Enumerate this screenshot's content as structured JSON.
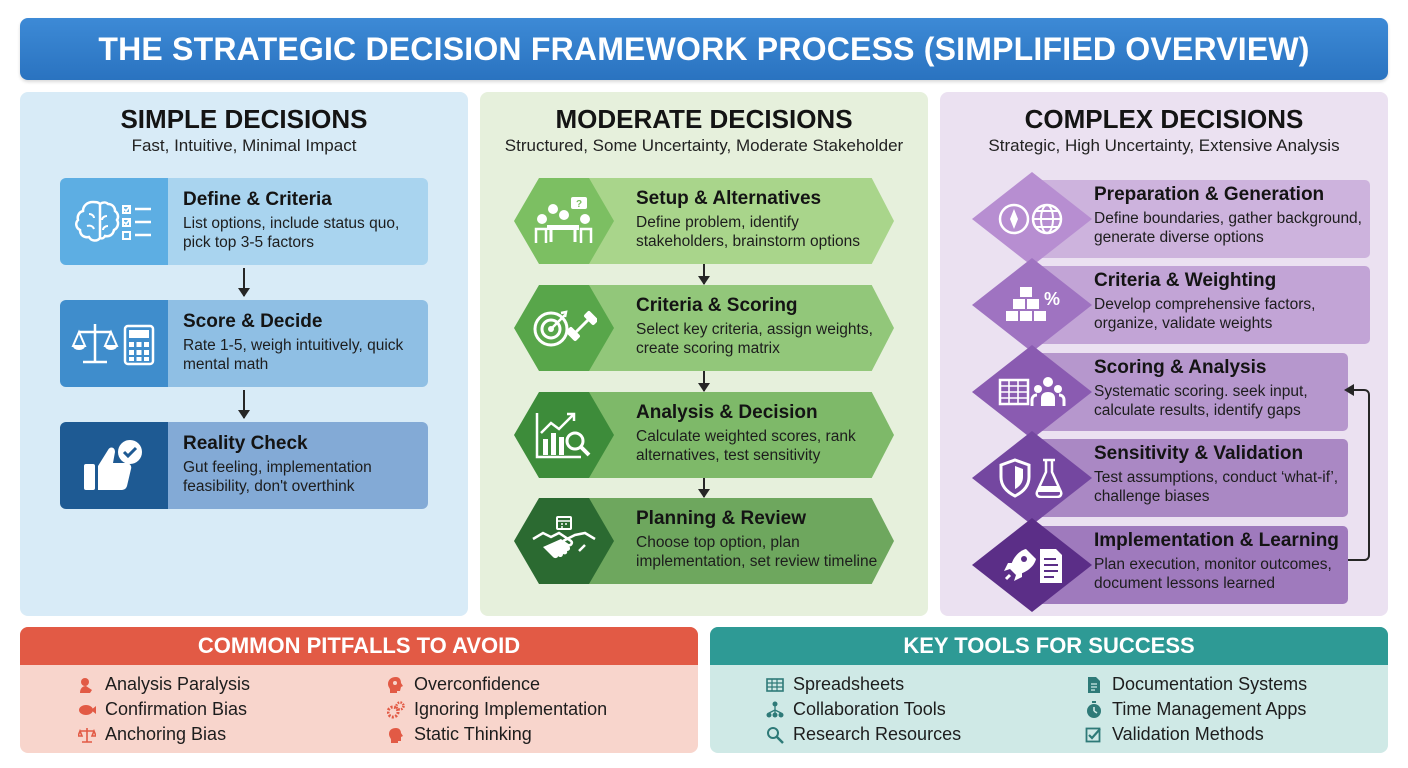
{
  "title": "THE STRATEGIC DECISION FRAMEWORK PROCESS (SIMPLIFIED OVERVIEW)",
  "panels": {
    "simple": {
      "title": "SIMPLE DECISIONS",
      "subtitle": "Fast, Intuitive, Minimal Impact",
      "steps": [
        {
          "title": "Define & Criteria",
          "desc": "List options, include status quo, pick top 3-5 factors"
        },
        {
          "title": "Score & Decide",
          "desc": "Rate 1-5, weigh intuitively, quick mental math"
        },
        {
          "title": "Reality Check",
          "desc": "Gut feeling, implementation feasibility, don't overthink"
        }
      ]
    },
    "moderate": {
      "title": "MODERATE DECISIONS",
      "subtitle": "Structured, Some Uncertainty, Moderate Stakeholder",
      "steps": [
        {
          "title": "Setup & Alternatives",
          "desc": "Define problem, identify stakeholders, brainstorm options"
        },
        {
          "title": "Criteria & Scoring",
          "desc": "Select key criteria, assign weights, create scoring matrix"
        },
        {
          "title": "Analysis & Decision",
          "desc": "Calculate weighted scores, rank alternatives, test sensitivity"
        },
        {
          "title": "Planning & Review",
          "desc": "Choose top option, plan implementation, set review timeline"
        }
      ]
    },
    "complex": {
      "title": "COMPLEX DECISIONS",
      "subtitle": "Strategic, High Uncertainty, Extensive Analysis",
      "steps": [
        {
          "title": "Preparation & Generation",
          "desc": "Define boundaries, gather background, generate diverse options"
        },
        {
          "title": "Criteria & Weighting",
          "desc": "Develop comprehensive factors, organize, validate weights"
        },
        {
          "title": "Scoring & Analysis",
          "desc": "Systematic scoring. seek input, calculate results, identify gaps"
        },
        {
          "title": "Sensitivity & Validation",
          "desc": "Test assumptions, conduct ‘what-if’, challenge biases"
        },
        {
          "title": "Implementation & Learning",
          "desc": "Plan execution, monitor outcomes, document lessons learned"
        }
      ]
    }
  },
  "pitfalls": {
    "title": "COMMON PITFALLS TO AVOID",
    "items": [
      "Analysis Paralysis",
      "Confirmation Bias",
      "Anchoring Bias",
      "Overconfidence",
      "Ignoring Implementation",
      "Static Thinking"
    ]
  },
  "tools": {
    "title": "KEY TOOLS FOR SUCCESS",
    "items": [
      "Spreadsheets",
      "Collaboration Tools",
      "Research Resources",
      "Documentation Systems",
      "Time Management Apps",
      "Validation Methods"
    ]
  },
  "colors": {
    "title_blue": "#2a73c0",
    "pitfall_red": "#e25a45",
    "tools_teal": "#2e9a95"
  }
}
